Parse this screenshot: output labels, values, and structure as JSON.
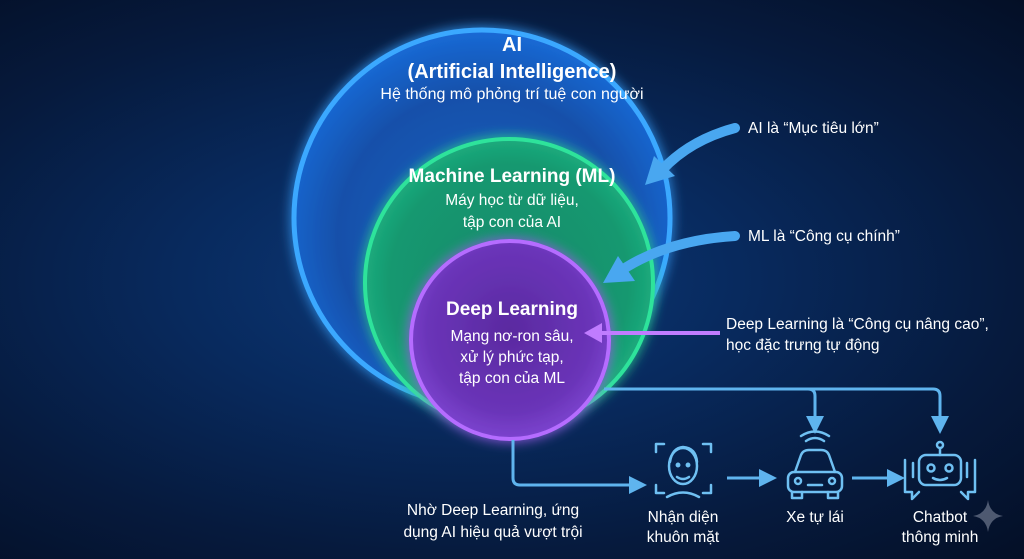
{
  "colors": {
    "ai_ring": "#3aa8ff",
    "ml_ring": "#2ee39b",
    "dl_ring": "#b56cff",
    "arrow_blue": "#49a7f0",
    "arrow_purple": "#c07cff",
    "connector": "#5fb4ee"
  },
  "ai": {
    "title_line1": "AI",
    "title_line2": "(Artificial Intelligence)",
    "subtitle": "Hệ thống mô phỏng trí tuệ con người"
  },
  "ml": {
    "title": "Machine Learning (ML)",
    "desc_line1": "Máy học từ dữ liệu,",
    "desc_line2": "tập con của AI"
  },
  "dl": {
    "title": "Deep Learning",
    "desc_line1": "Mạng nơ-ron sâu,",
    "desc_line2": "xử lý phức tạp,",
    "desc_line3": "tập con của ML"
  },
  "notes": {
    "ai_note": "AI là “Mục tiêu lớn”",
    "ml_note": "ML là “Công cụ chính”",
    "dl_note_line1": "Deep Learning là “Công cụ nâng cao”,",
    "dl_note_line2": "học đặc trưng tự động"
  },
  "caption": {
    "line1": "Nhờ Deep Learning, ứng",
    "line2": "dụng AI hiệu quả vượt trội"
  },
  "applications": [
    {
      "icon": "face-recognition-icon",
      "line1": "Nhận diện",
      "line2": "khuôn mặt"
    },
    {
      "icon": "self-driving-car-icon",
      "line1": "Xe tự lái",
      "line2": ""
    },
    {
      "icon": "chatbot-robot-icon",
      "line1": "Chatbot",
      "line2": "thông minh"
    }
  ],
  "watermark_icon": "sparkle-icon"
}
